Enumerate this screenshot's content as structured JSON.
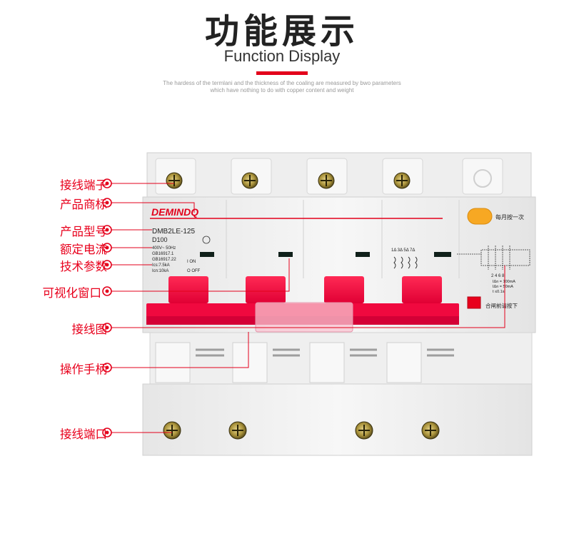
{
  "header": {
    "title_cn": "功能展示",
    "title_en": "Function Display",
    "subtitle_line1": "The hardess of the termlani and the thickness of the coaling are measured by bwo parameters",
    "subtitle_line2": "which have nothing to do with copper content and weight"
  },
  "callouts": [
    "接线端子",
    "产品商标",
    "产品型号",
    "额定电流",
    "技术参数",
    "可视化窗口",
    "接线图",
    "操作手柄",
    "接线端口"
  ],
  "product": {
    "brand": "DEMINDQ",
    "model": "DMB2LE-125",
    "rating": "D100",
    "spec_voltage": "400V~ 50Hz",
    "spec_std1": "GB16917.1",
    "spec_std2": "GB16917.22",
    "spec_ics": "Ics:7.5kA",
    "spec_icn": "Icn:10kA",
    "on_label": "I  ON",
    "off_label": "O OFF",
    "test_note": "每月按一次",
    "reset_note": "合闸前请按下",
    "pole_labels": "1Δ 3Δ 5Δ 7Δ",
    "pole_numbers": "2 4 6 8",
    "leak_1": "IΔn = 100mA",
    "leak_2": "IΔn = 50mA",
    "leak_3": "t   ≤0.1s"
  },
  "colors": {
    "accent": "#e3001b",
    "handle": "#f20a43",
    "test_button": "#f7a823",
    "body": "#f4f4f4"
  }
}
